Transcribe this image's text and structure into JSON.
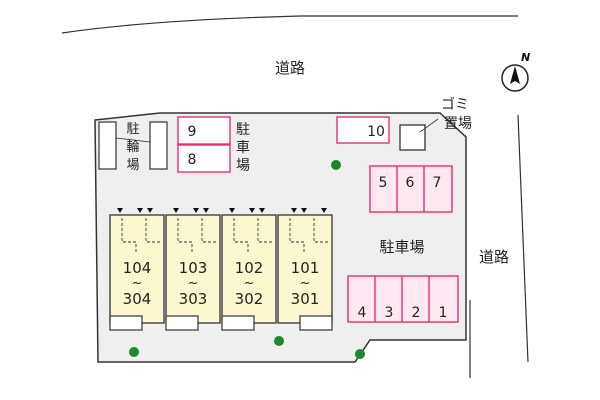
{
  "roads": {
    "top": "道路",
    "right": "道路"
  },
  "compass": {
    "label": "N"
  },
  "bicycle_parking": {
    "label": [
      "駐",
      "輪",
      "場"
    ]
  },
  "parking_top": {
    "spaces": [
      "9",
      "8"
    ],
    "label": [
      "駐",
      "車",
      "場"
    ]
  },
  "parking_10": {
    "label": "10"
  },
  "garbage": {
    "label": [
      "ゴミ",
      "置場"
    ]
  },
  "parking_right_upper": {
    "spaces": [
      "5",
      "6",
      "7"
    ]
  },
  "parking_right_label": "駐車場",
  "parking_right_lower": {
    "spaces": [
      "4",
      "3",
      "2",
      "1"
    ]
  },
  "units": [
    {
      "top": "104",
      "tilde": "~",
      "bottom": "304"
    },
    {
      "top": "103",
      "tilde": "~",
      "bottom": "303"
    },
    {
      "top": "102",
      "tilde": "~",
      "bottom": "302"
    },
    {
      "top": "101",
      "tilde": "~",
      "bottom": "301"
    }
  ],
  "colors": {
    "parking": "#e8306a",
    "parking_fill": "#ffe8ef",
    "building_fill": "#fbf8d0",
    "tree": "#1a8a2a",
    "site_fill": "#f0f0f0",
    "line": "#333333"
  }
}
